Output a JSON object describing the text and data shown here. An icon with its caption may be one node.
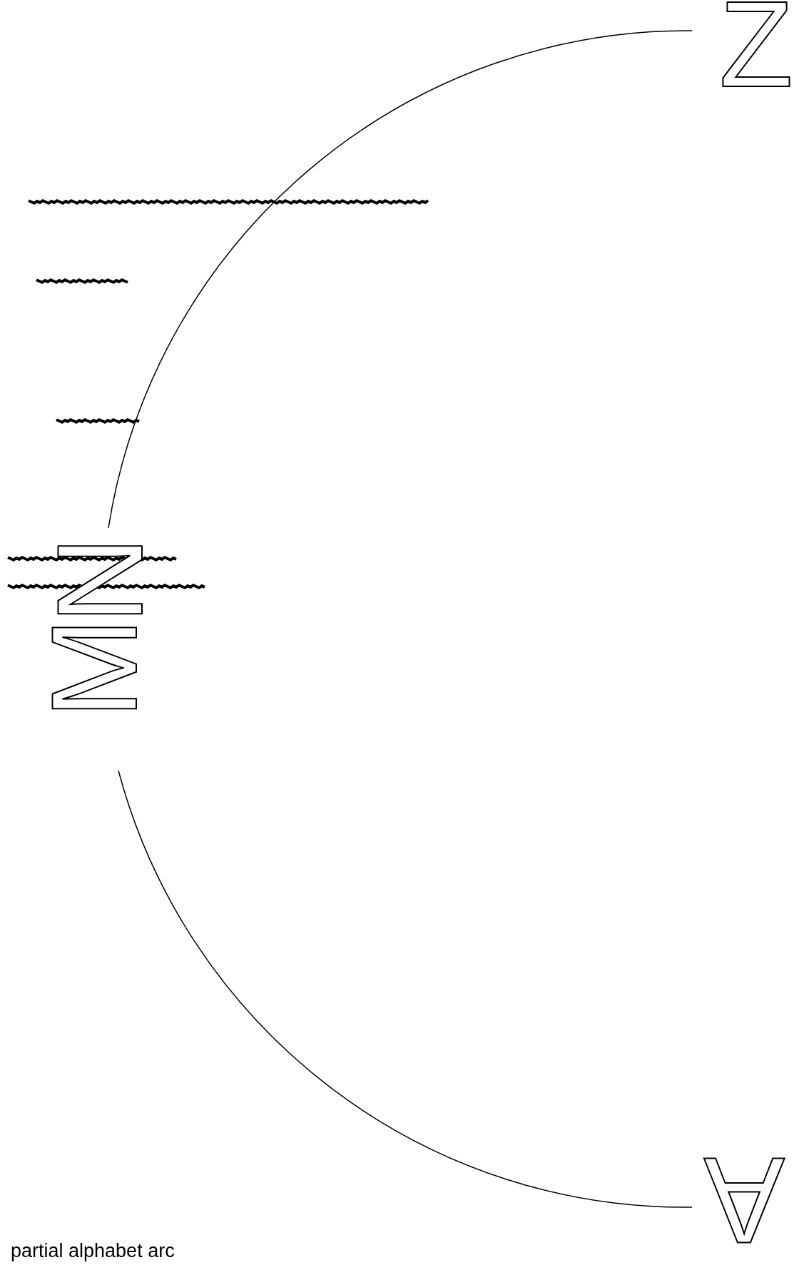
{
  "diagram": {
    "caption": "partial alphabet arc",
    "labels": [
      "Z",
      "N",
      "M",
      "A"
    ]
  }
}
